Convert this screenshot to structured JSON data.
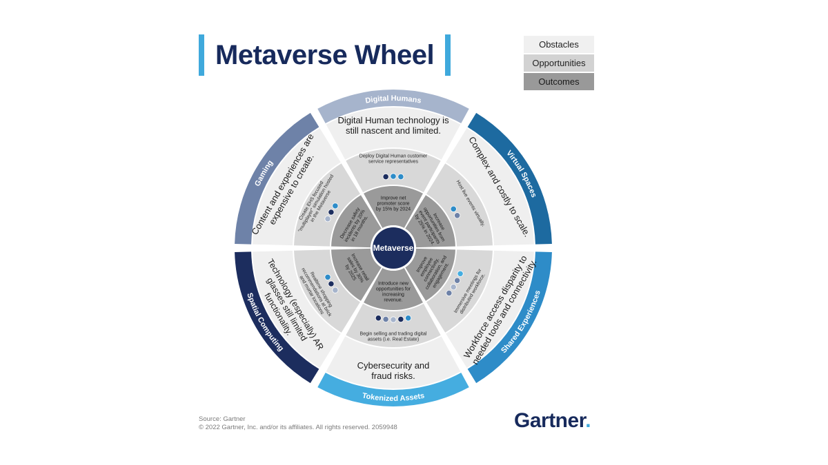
{
  "title": "Metaverse Wheel",
  "legend": {
    "obstacles": "Obstacles",
    "opportunities": "Opportunities",
    "outcomes": "Outcomes"
  },
  "center": {
    "label": "Metaverse"
  },
  "colors": {
    "navy": "#1c2d5e",
    "slate": "#6e82a8",
    "light_slate": "#a6b4cc",
    "bright_blue": "#45ade0",
    "mid_blue": "#2e8cc8",
    "steel_blue": "#1d6aa0",
    "ring_obstacle": "#efefef",
    "ring_opportunity": "#d8d8d8",
    "ring_outcome": "#9a9a9a",
    "center": "#1c2d5e"
  },
  "sectors": [
    {
      "name": "Gaming",
      "obstacle": [
        "Content and experiences are",
        "expensive to create."
      ],
      "opportunity": [
        "Create EHS focused",
        "\"multiplayer\" simulation hosted",
        "in the Metaverse"
      ],
      "outcome": [
        "Decrease safety",
        "incidents by 20%",
        "in 18 months."
      ]
    },
    {
      "name": "Digital Humans",
      "obstacle": [
        "Digital Human technology is",
        "still nascent and limited."
      ],
      "opportunity": [
        "Deploy Digital Human customer",
        "service representatives"
      ],
      "outcome": [
        "Improve net",
        "promoter score",
        "by 15% by 2024"
      ]
    },
    {
      "name": "Virtual Spaces",
      "obstacle": [
        "Complex and costly to scale."
      ],
      "opportunity": [
        "Host live events virtually."
      ],
      "outcome": [
        "Increase",
        "opportunities from",
        "event participants",
        "by 25% in 2024."
      ]
    },
    {
      "name": "Shared Experiences",
      "obstacle": [
        "Workforce access disparity to",
        "needed tools and connectivity."
      ],
      "opportunity": [
        "Immersive meetings for",
        "distributed workforce."
      ],
      "outcome": [
        "Improve",
        "employee",
        "connectivity,",
        "collaboration, and",
        "engagement."
      ]
    },
    {
      "name": "Tokenized Assets",
      "obstacle": [
        "Cybersecurity and",
        "fraud risks."
      ],
      "opportunity": [
        "Begin selling and trading digital",
        "assets (i.e. Real Estate)"
      ],
      "outcome": [
        "Introduce new",
        "opportunities for",
        "increasing",
        "revenue."
      ]
    },
    {
      "name": "Spatial Computing",
      "obstacle": [
        "Technology (especially) AR",
        "glasses still limited",
        "functionality."
      ],
      "opportunity": [
        "Realtime shopping",
        "recommendations at brick",
        "and mortar locations"
      ],
      "outcome": [
        "Increase retail",
        "sales by 30%",
        "by 2025"
      ]
    }
  ],
  "source": {
    "line1": "Source: Gartner",
    "line2": "© 2022 Gartner, Inc. and/or its affiliates. All rights reserved. 2059948"
  },
  "brand": {
    "name": "Gartner",
    "dot": "."
  }
}
